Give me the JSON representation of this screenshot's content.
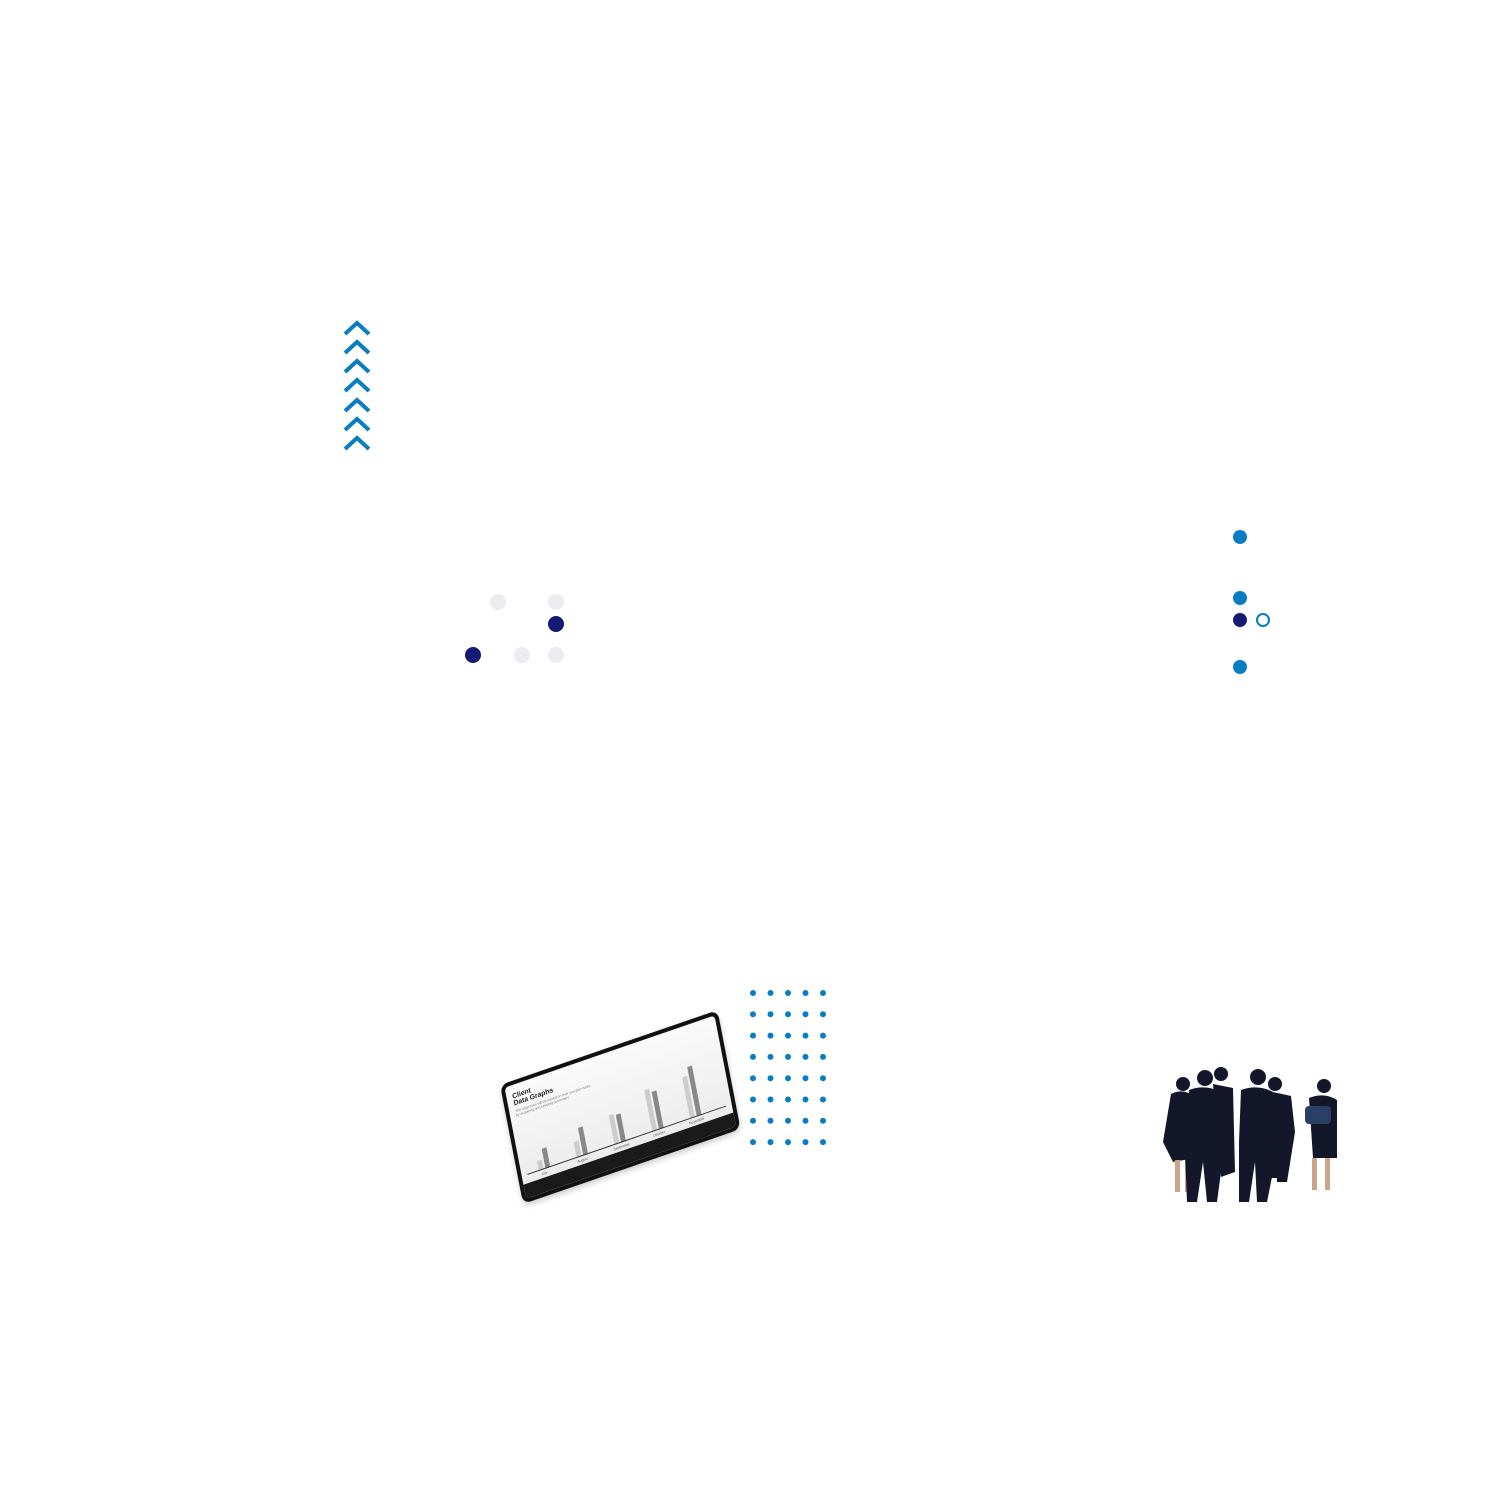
{
  "colors": {
    "accent": "#0a7cc4",
    "navy": "#171a74",
    "light": "#ebebf0"
  },
  "tablet": {
    "title_line1": "Client",
    "title_line2": "Data Graphs",
    "subtitle": "The objectives will be based on how you gain sales by acquiring and keeping customers",
    "months": [
      "July",
      "August",
      "September",
      "October",
      "November"
    ]
  }
}
